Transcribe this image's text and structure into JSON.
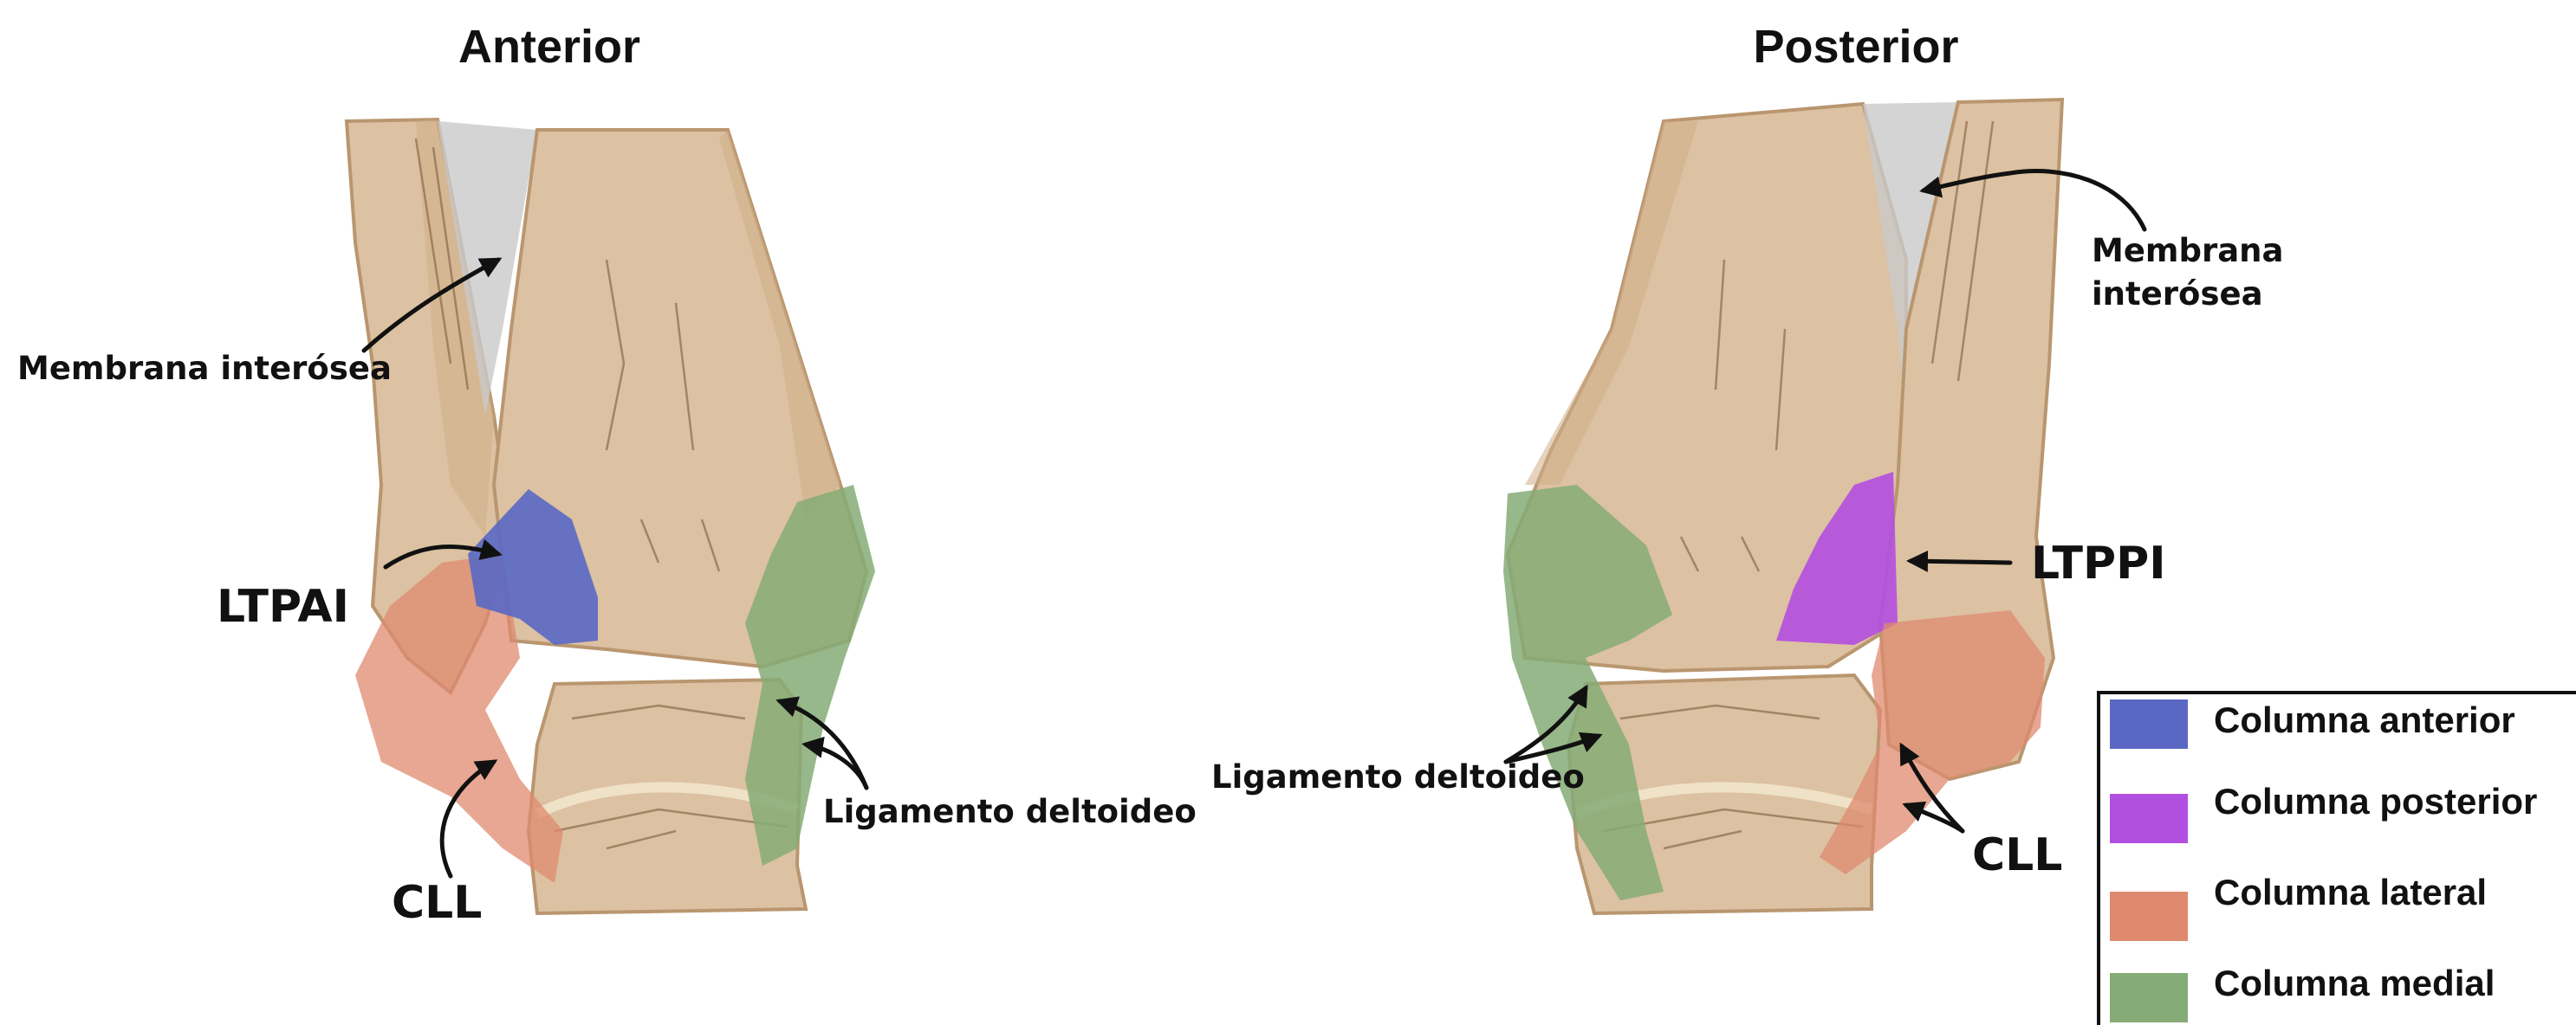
{
  "views": {
    "anterior": {
      "title": "Anterior",
      "labels": {
        "membrane": "Membrana interósea",
        "ligament_a": "LTPAI",
        "ligament_b": "CLL",
        "deltoid": "Ligamento deltoideo"
      }
    },
    "posterior": {
      "title": "Posterior",
      "labels": {
        "membrane_line1": "Membrana",
        "membrane_line2": "interósea",
        "ligament_a": "LTPPI",
        "ligament_b": "CLL",
        "deltoid": "Ligamento deltoideo"
      }
    }
  },
  "legend": {
    "items": [
      {
        "label": "Columna anterior",
        "color": "#5a68c4"
      },
      {
        "label": "Columna posterior",
        "color": "#b24fe0"
      },
      {
        "label": "Columna lateral",
        "color": "#df8a6f"
      },
      {
        "label": "Columna medial",
        "color": "#85ab76"
      }
    ]
  }
}
